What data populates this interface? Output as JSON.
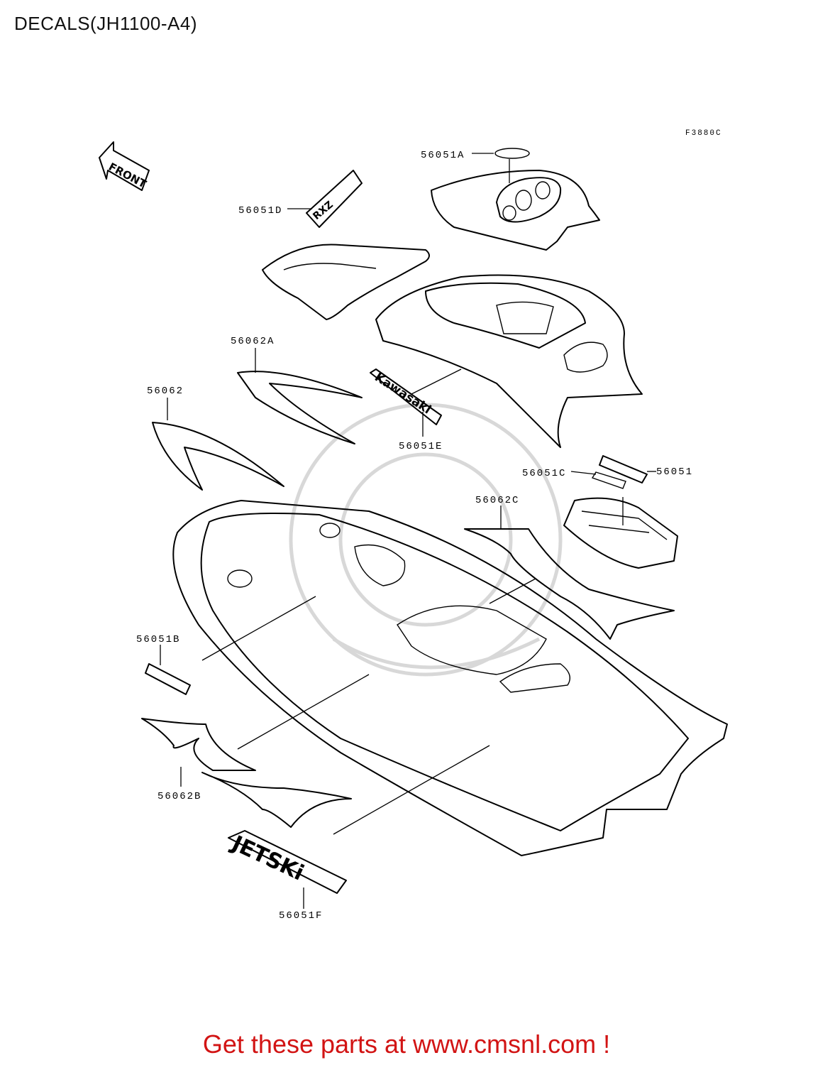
{
  "header": {
    "title": "DECALS(JH1100-A4)"
  },
  "figure_code": "F3880C",
  "front_label": "FRONT",
  "callouts": [
    {
      "id": "56051A",
      "label": "56051A"
    },
    {
      "id": "56051D",
      "label": "56051D"
    },
    {
      "id": "56062A",
      "label": "56062A"
    },
    {
      "id": "56062",
      "label": "56062"
    },
    {
      "id": "56051E",
      "label": "56051E"
    },
    {
      "id": "56051C",
      "label": "56051C"
    },
    {
      "id": "56051",
      "label": "56051"
    },
    {
      "id": "56062C",
      "label": "56062C"
    },
    {
      "id": "56051B",
      "label": "56051B"
    },
    {
      "id": "56062B",
      "label": "56062B"
    },
    {
      "id": "56051F",
      "label": "56051F"
    }
  ],
  "decal_lettering": {
    "kawasaki": "Kawasaki",
    "jetski": "JETSKi"
  },
  "footer": {
    "text": "Get these parts at www.cmsnl.com !"
  },
  "colors": {
    "footer": "#d21414",
    "line": "#000000",
    "watermark": "#d8d8d8"
  }
}
